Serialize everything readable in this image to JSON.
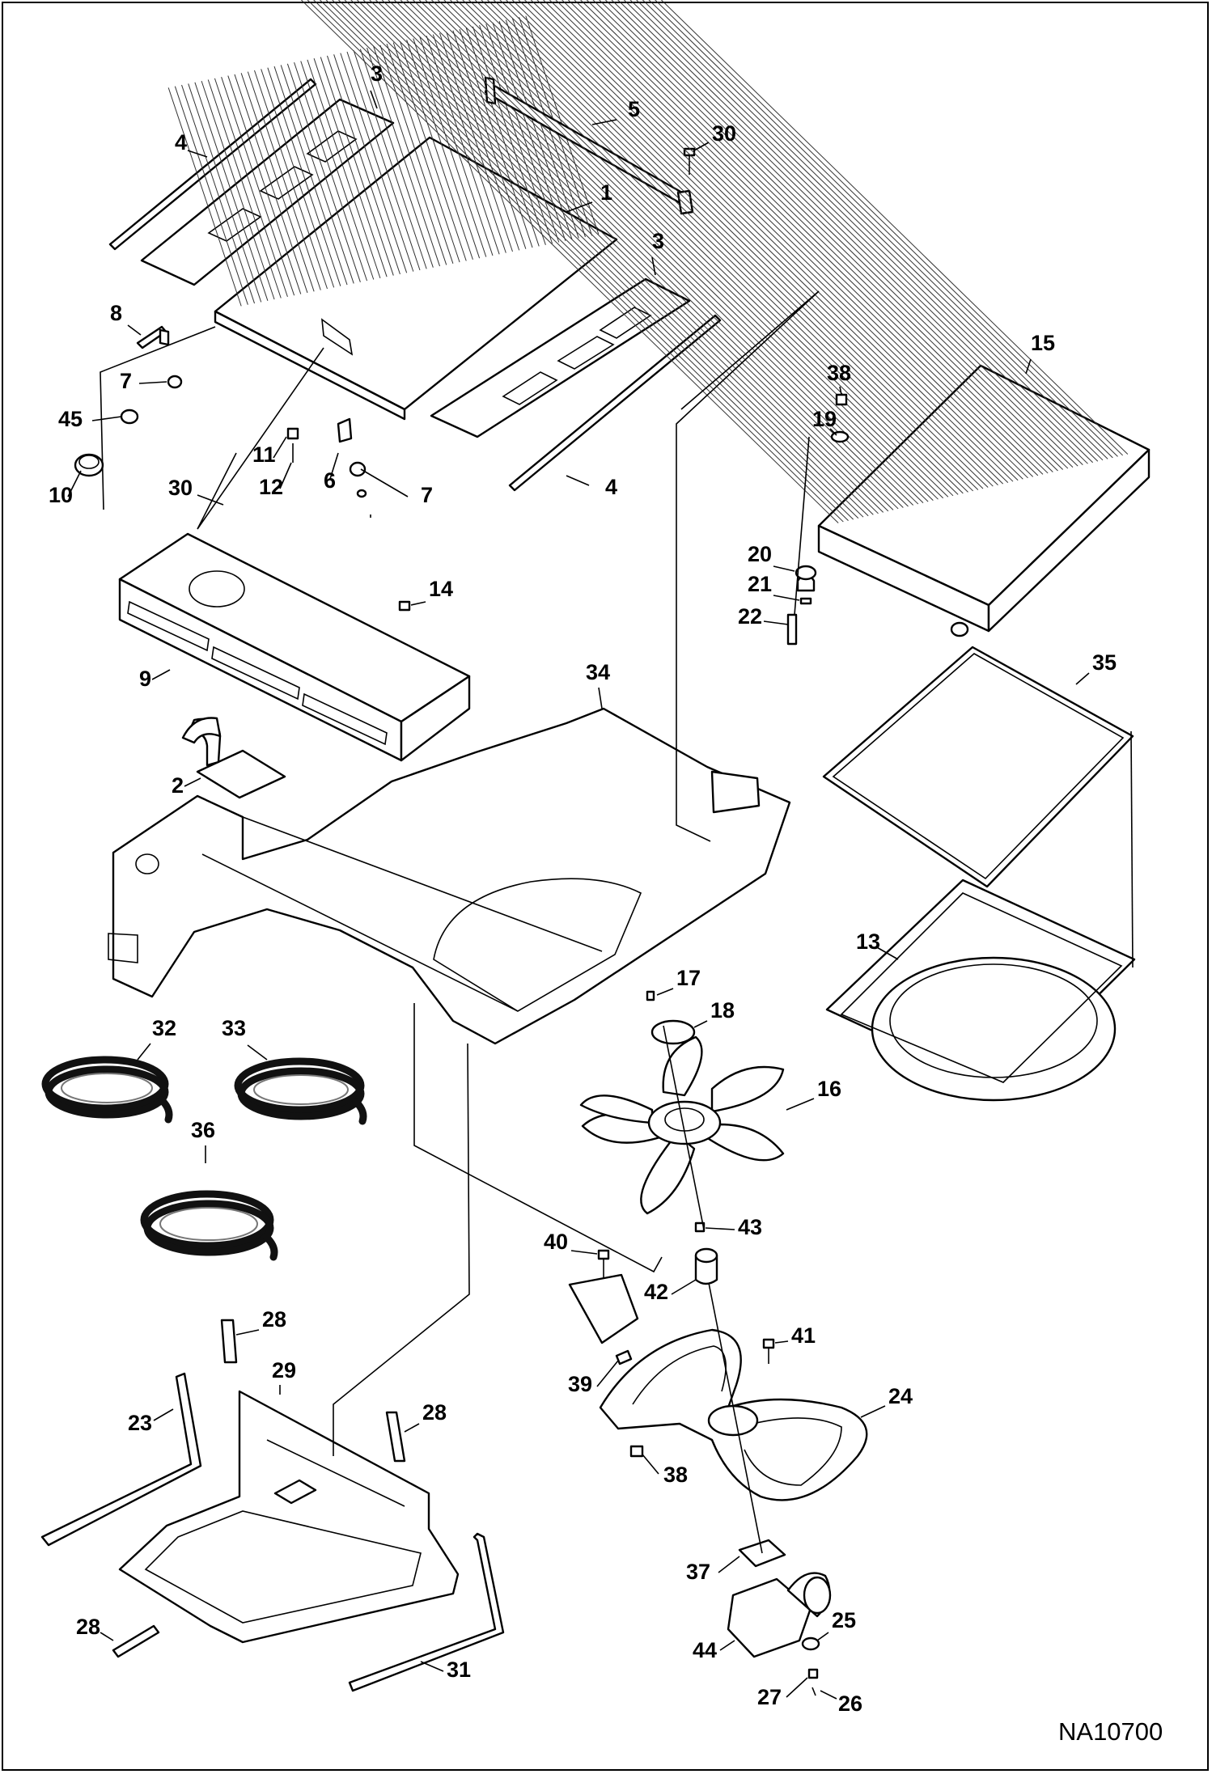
{
  "diagram": {
    "reference_code": "NA10700",
    "callouts": [
      {
        "id": "c1",
        "label": "1"
      },
      {
        "id": "c2",
        "label": "2"
      },
      {
        "id": "c3a",
        "label": "3"
      },
      {
        "id": "c3b",
        "label": "3"
      },
      {
        "id": "c4a",
        "label": "4"
      },
      {
        "id": "c4b",
        "label": "4"
      },
      {
        "id": "c5",
        "label": "5"
      },
      {
        "id": "c6",
        "label": "6"
      },
      {
        "id": "c7a",
        "label": "7"
      },
      {
        "id": "c7b",
        "label": "7"
      },
      {
        "id": "c8",
        "label": "8"
      },
      {
        "id": "c9",
        "label": "9"
      },
      {
        "id": "c10",
        "label": "10"
      },
      {
        "id": "c11",
        "label": "11"
      },
      {
        "id": "c12",
        "label": "12"
      },
      {
        "id": "c13",
        "label": "13"
      },
      {
        "id": "c14",
        "label": "14"
      },
      {
        "id": "c15",
        "label": "15"
      },
      {
        "id": "c16",
        "label": "16"
      },
      {
        "id": "c17",
        "label": "17"
      },
      {
        "id": "c18",
        "label": "18"
      },
      {
        "id": "c19",
        "label": "19"
      },
      {
        "id": "c20",
        "label": "20"
      },
      {
        "id": "c21",
        "label": "21"
      },
      {
        "id": "c22",
        "label": "22"
      },
      {
        "id": "c23",
        "label": "23"
      },
      {
        "id": "c24",
        "label": "24"
      },
      {
        "id": "c25",
        "label": "25"
      },
      {
        "id": "c26",
        "label": "26"
      },
      {
        "id": "c27",
        "label": "27"
      },
      {
        "id": "c28a",
        "label": "28"
      },
      {
        "id": "c28b",
        "label": "28"
      },
      {
        "id": "c28c",
        "label": "28"
      },
      {
        "id": "c29",
        "label": "29"
      },
      {
        "id": "c30a",
        "label": "30"
      },
      {
        "id": "c30b",
        "label": "30"
      },
      {
        "id": "c31",
        "label": "31"
      },
      {
        "id": "c32",
        "label": "32"
      },
      {
        "id": "c33",
        "label": "33"
      },
      {
        "id": "c34",
        "label": "34"
      },
      {
        "id": "c35",
        "label": "35"
      },
      {
        "id": "c36",
        "label": "36"
      },
      {
        "id": "c37",
        "label": "37"
      },
      {
        "id": "c38a",
        "label": "38"
      },
      {
        "id": "c38b",
        "label": "38"
      },
      {
        "id": "c39",
        "label": "39"
      },
      {
        "id": "c40",
        "label": "40"
      },
      {
        "id": "c41",
        "label": "41"
      },
      {
        "id": "c42",
        "label": "42"
      },
      {
        "id": "c43",
        "label": "43"
      },
      {
        "id": "c44",
        "label": "44"
      },
      {
        "id": "c45",
        "label": "45"
      }
    ]
  }
}
